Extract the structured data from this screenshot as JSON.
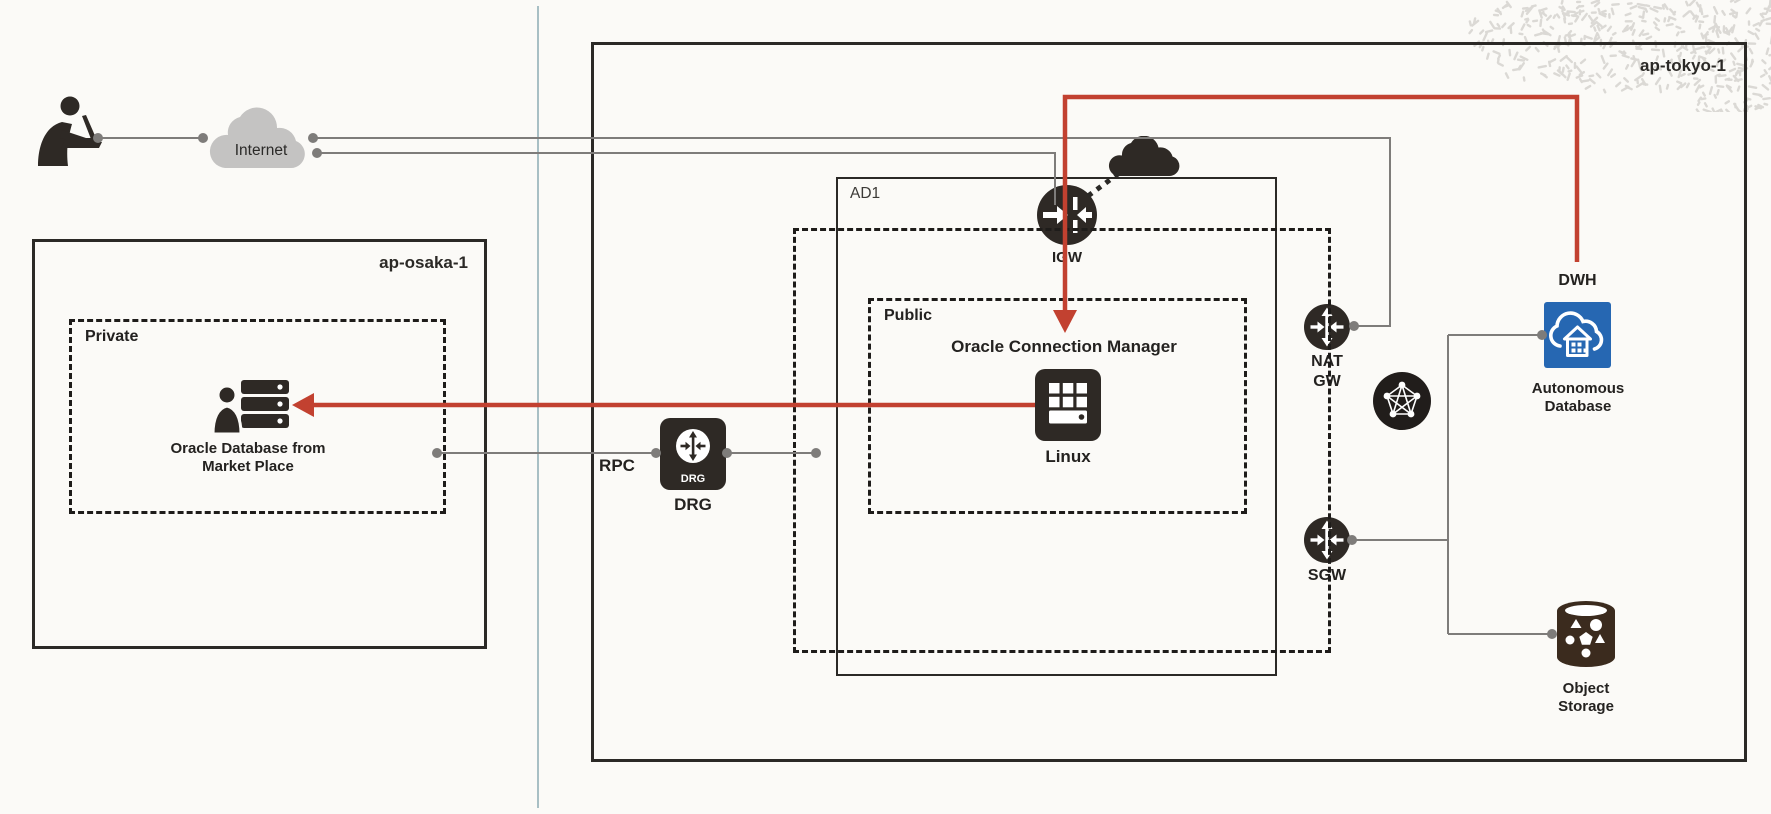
{
  "colors": {
    "background": "#FBFAF7",
    "ink": "#2B2926",
    "wire_gray": "#7E7C7A",
    "arrow_red": "#C24130",
    "icon_dark": "#2E2925",
    "internet_cloud_gray": "#C4C3C2",
    "autonomous_db_blue": "#2667B2",
    "object_storage_brown": "#3B2B1E",
    "divider_line": "#A8BFC4",
    "corner_pattern_gray": "#DBD9D5"
  },
  "regions": {
    "osaka": {
      "label": "ap-osaka-1"
    },
    "tokyo": {
      "label": "ap-tokyo-1"
    },
    "ad1": {
      "label": "AD1"
    },
    "public": {
      "label": "Public"
    },
    "private": {
      "label": "Private"
    }
  },
  "nodes": {
    "internet": {
      "label": "Internet"
    },
    "igw": {
      "label": "IGW"
    },
    "nat_gw": {
      "label": "NAT GW"
    },
    "sgw": {
      "label": "SGW"
    },
    "drg": {
      "label": "DRG",
      "badge": "DRG"
    },
    "rpc": {
      "label": "RPC"
    },
    "linux": {
      "label": "Linux"
    },
    "connection_manager": {
      "label": "Oracle Connection Manager"
    },
    "marketplace_db": {
      "label": "Oracle Database from Market Place"
    },
    "dwh": {
      "label": "DWH"
    },
    "autonomous_db": {
      "label": "Autonomous Database"
    },
    "object_storage": {
      "label": "Object Storage"
    }
  }
}
